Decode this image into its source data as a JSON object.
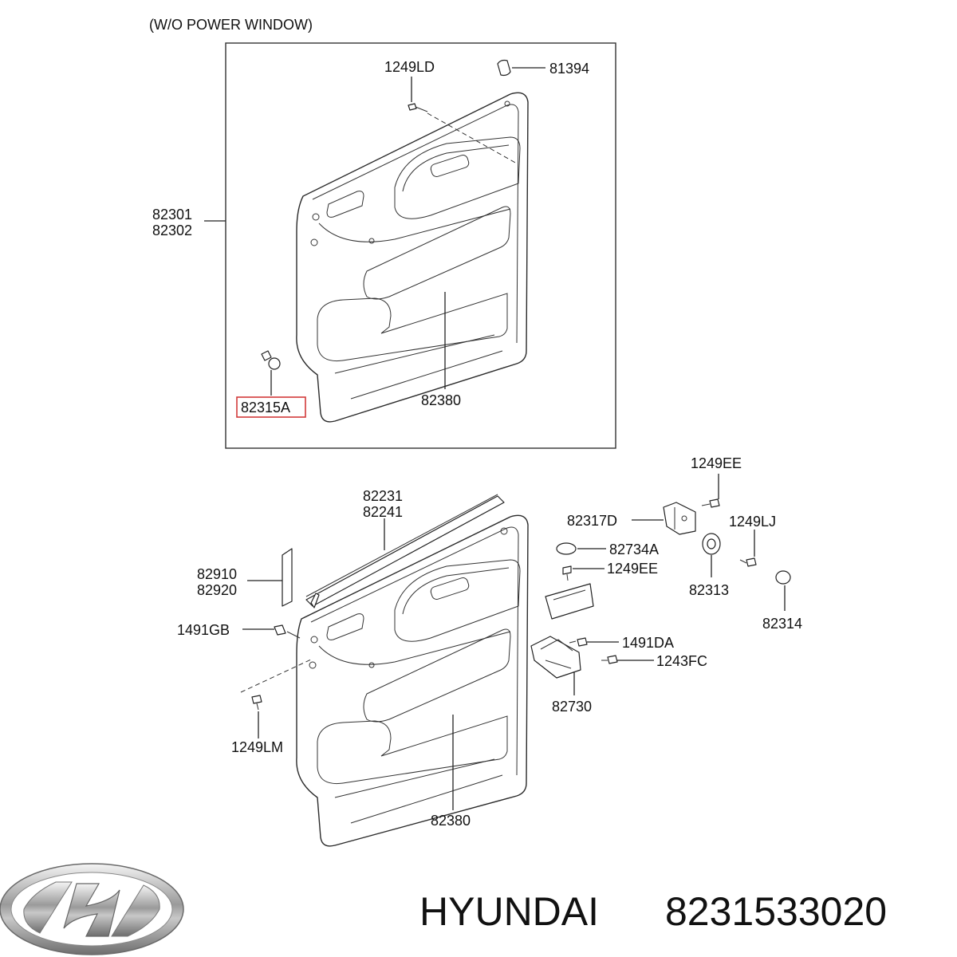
{
  "header": {
    "note": "(W/O POWER WINDOW)"
  },
  "inset": {
    "labels": {
      "bolt_top": "1249LD",
      "clip_top": "81394",
      "panel_a": "82301",
      "panel_b": "82302",
      "fastener": "82315A",
      "pad": "82380"
    }
  },
  "main": {
    "labels": {
      "strip_a": "82231",
      "strip_b": "82241",
      "garnish_a": "82910",
      "garnish_b": "82920",
      "clip_left": "1491GB",
      "screw_left": "1249LM",
      "pad": "82380",
      "screw_top": "1249EE",
      "bracket": "82317D",
      "screw_right": "1249LJ",
      "cap": "82734A",
      "screw_mid": "1249EE",
      "grommet": "82313",
      "plug": "82314",
      "clip_right": "1491DA",
      "screw_lower": "1243FC",
      "handle": "82730"
    }
  },
  "highlight": {
    "color": "#d23a3a"
  },
  "footer": {
    "brand": "HYUNDAI",
    "part_number": "8231533020",
    "logo_icon": "hyundai-logo-icon"
  }
}
